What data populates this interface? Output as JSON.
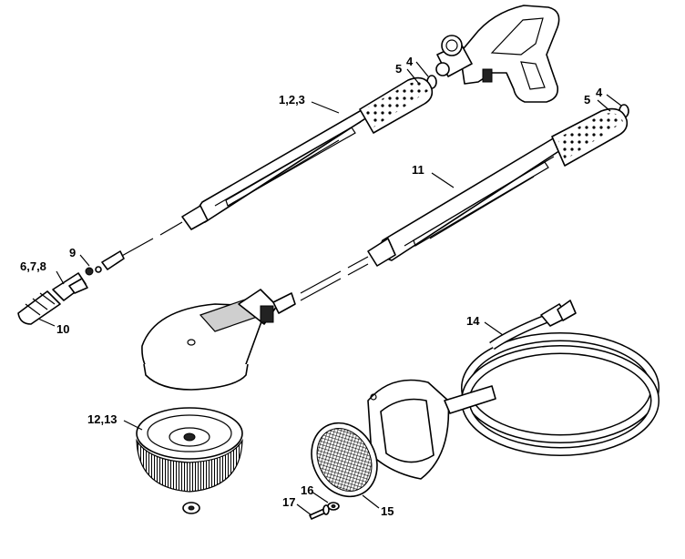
{
  "labels": {
    "l_1_2_3": "1,2,3",
    "l_4a": "4",
    "l_5a": "5",
    "l_4b": "4",
    "l_5b": "5",
    "l_11": "11",
    "l_9": "9",
    "l_6_7_8": "6,7,8",
    "l_10": "10",
    "l_14": "14",
    "l_12_13": "12,13",
    "l_16": "16",
    "l_17": "17",
    "l_15": "15"
  },
  "colors": {
    "line": "#000000",
    "background": "#ffffff",
    "shade": "#cfcfcf"
  }
}
